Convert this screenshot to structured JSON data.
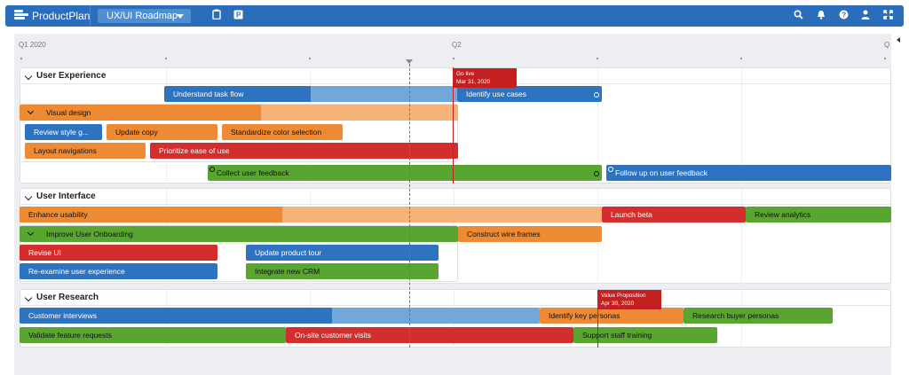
{
  "topbar": {
    "brand": "ProductPlan",
    "roadmap_name": "UX/UI Roadmap",
    "icons": [
      "clipboard-icon",
      "presentation-icon",
      "search-icon",
      "bell-icon",
      "help-icon",
      "user-icon",
      "expand-icon"
    ]
  },
  "timeline": {
    "quarters": [
      "Q1 2020",
      "Q2",
      "Q"
    ]
  },
  "colors": {
    "topbar": "#2a6ebb",
    "blue": "#2d73c0",
    "orange": "#ee8a33",
    "red": "#d32d2d",
    "green": "#58a630",
    "milestone": "#c42020"
  },
  "milestones": [
    {
      "name": "Go live",
      "date": "Mar 31, 2020"
    },
    {
      "name": "Value Proposition",
      "date": "Apr 30, 2020"
    }
  ],
  "lanes": [
    {
      "name": "User Experience",
      "bars": [
        {
          "label": "Understand task flow",
          "color": "blue",
          "progress": 0.5
        },
        {
          "label": "Identify use cases",
          "color": "blue"
        },
        {
          "label": "Visual design",
          "color": "orange",
          "progress": 0.55,
          "container": true
        },
        {
          "label": "Review style g...",
          "color": "blue"
        },
        {
          "label": "Update copy",
          "color": "orange"
        },
        {
          "label": "Standardize color selection",
          "color": "orange"
        },
        {
          "label": "Layout navigations",
          "color": "orange"
        },
        {
          "label": "Prioritize ease of use",
          "color": "red"
        },
        {
          "label": "Collect user feedback",
          "color": "green"
        },
        {
          "label": "Follow up on user feedback",
          "color": "blue"
        }
      ]
    },
    {
      "name": "User Interface",
      "bars": [
        {
          "label": "Enhance usability",
          "color": "orange",
          "progress": 0.45
        },
        {
          "label": "Launch beta",
          "color": "red"
        },
        {
          "label": "Review analytics",
          "color": "green"
        },
        {
          "label": "Improve User Onboarding",
          "color": "green",
          "container": true
        },
        {
          "label": "Construct wire frames",
          "color": "orange"
        },
        {
          "label": "Revise UI",
          "color": "red"
        },
        {
          "label": "Update product tour",
          "color": "blue"
        },
        {
          "label": "Re-examine user experience",
          "color": "blue"
        },
        {
          "label": "Integrate new CRM",
          "color": "green"
        }
      ]
    },
    {
      "name": "User Research",
      "bars": [
        {
          "label": "Customer interviews",
          "color": "blue",
          "progress": 0.6
        },
        {
          "label": "Identify key personas",
          "color": "orange"
        },
        {
          "label": "Research buyer personas",
          "color": "green"
        },
        {
          "label": "Validate feature requests",
          "color": "green"
        },
        {
          "label": "On-site customer visits",
          "color": "red"
        },
        {
          "label": "Support staff training",
          "color": "green"
        }
      ]
    }
  ]
}
